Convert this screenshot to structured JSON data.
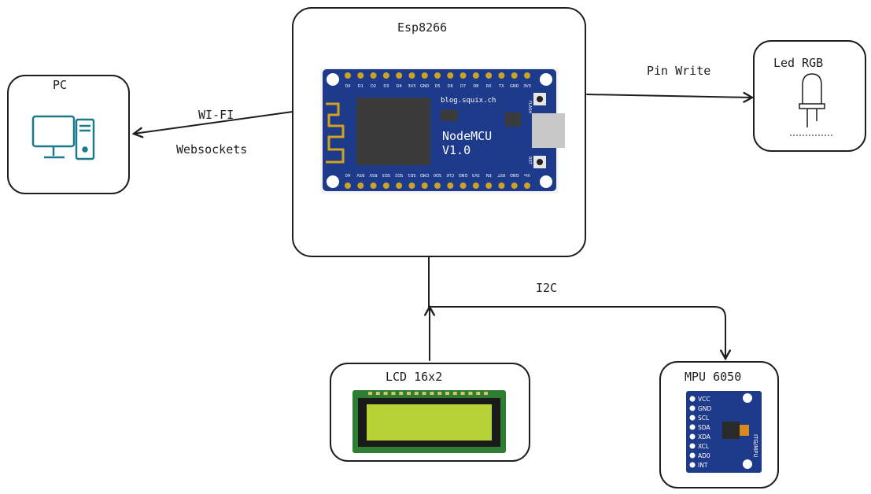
{
  "nodes": {
    "pc": {
      "title": "PC"
    },
    "esp": {
      "title": "Esp8266"
    },
    "led": {
      "title": "Led RGB"
    },
    "lcd": {
      "title": "LCD 16x2"
    },
    "mpu": {
      "title": "MPU 6050"
    }
  },
  "edges": {
    "wifi": {
      "label": "WI-FI",
      "label2": "Websockets"
    },
    "pin": {
      "label": "Pin Write"
    },
    "i2c": {
      "label": "I2C"
    }
  },
  "board": {
    "top_pins": [
      "D0",
      "D1",
      "D2",
      "D3",
      "D4",
      "3V3",
      "GND",
      "D5",
      "D6",
      "D7",
      "D8",
      "RX",
      "TX",
      "GND",
      "3V3"
    ],
    "bottom_pins": [
      "A0",
      "RSV",
      "RSV",
      "SD3",
      "SD2",
      "SD1",
      "CMD",
      "SD0",
      "CLK",
      "GND",
      "3V3",
      "EN",
      "RST",
      "GND",
      "Vin"
    ],
    "url": "blog.squix.ch",
    "name": "NodeMCU",
    "version": "V1.0",
    "flash": "FLASH",
    "rst": "RST"
  },
  "mpu_pins": [
    "VCC",
    "GND",
    "SCL",
    "SDA",
    "XDA",
    "XCL",
    "AD0",
    "INT"
  ],
  "mpu_chip": "ITG/MPU",
  "colors": {
    "stroke": "#1e1e1e",
    "board": "#1e3a8a",
    "lcd_pcb": "#2e7d32",
    "lcd_screen": "#b5d334",
    "pc_icon": "#1b7a8c"
  }
}
